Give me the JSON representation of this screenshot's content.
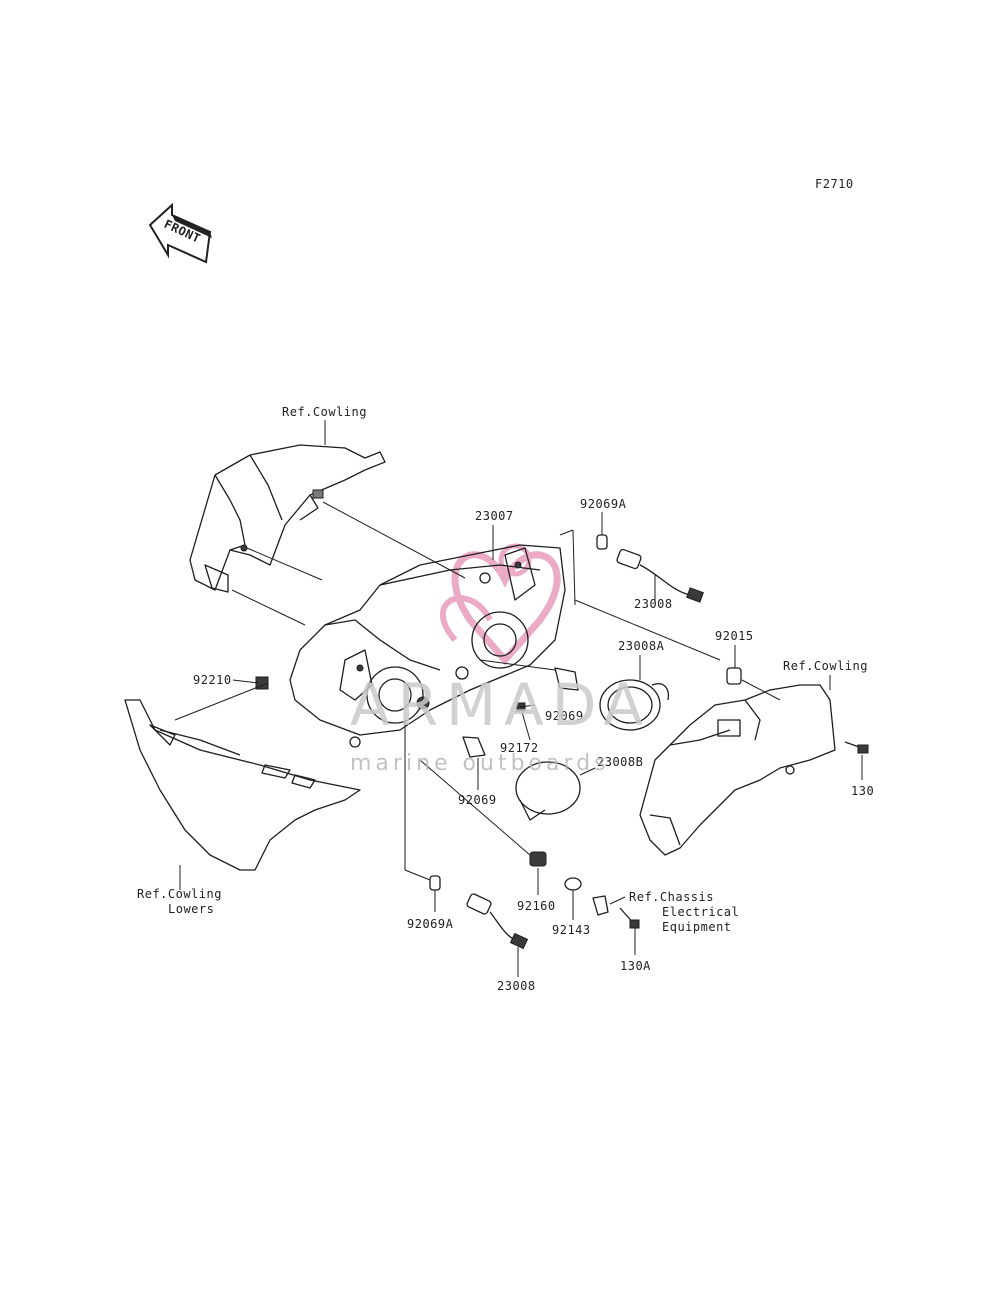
{
  "diagram_code": "F2710",
  "front_arrow_text": "FRONT",
  "watermark": {
    "title": "ARMADA",
    "subtitle": "marine outboards",
    "logo_color": "#e58fb5"
  },
  "labels": {
    "ref_cowling_top": "Ref.Cowling",
    "p23007": "23007",
    "p92069A_top": "92069A",
    "p23008_top": "23008",
    "p23008A": "23008A",
    "p92015": "92015",
    "ref_cowling_right": "Ref.Cowling",
    "p92210": "92210",
    "p92069_mid": "92069",
    "p92172": "92172",
    "p23008B": "23008B",
    "p130": "130",
    "p92069_low": "92069",
    "ref_cowling_lowers_1": "Ref.Cowling",
    "ref_cowling_lowers_2": "Lowers",
    "p92160": "92160",
    "ref_chassis_1": "Ref.Chassis",
    "ref_chassis_2": "Electrical",
    "ref_chassis_3": "Equipment",
    "p92143": "92143",
    "p92069A_low": "92069A",
    "p130A": "130A",
    "p23008_low": "23008"
  }
}
